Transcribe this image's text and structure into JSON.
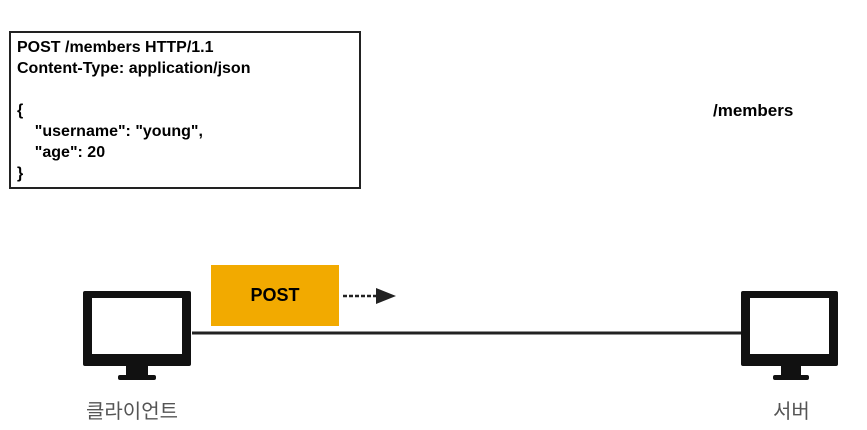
{
  "request": {
    "lines": [
      "POST /members HTTP/1.1",
      "Content-Type: application/json",
      "",
      "{",
      "    \"username\": \"young\",",
      "    \"age\": 20",
      "}"
    ]
  },
  "path_label": "/members",
  "method_tag": "POST",
  "client_label": "클라이언트",
  "server_label": "서버",
  "colors": {
    "method_tag": "#f2aa00",
    "line": "#222222"
  },
  "icons": {
    "client": "monitor-icon",
    "server": "monitor-icon",
    "arrow": "arrow-right-icon"
  }
}
